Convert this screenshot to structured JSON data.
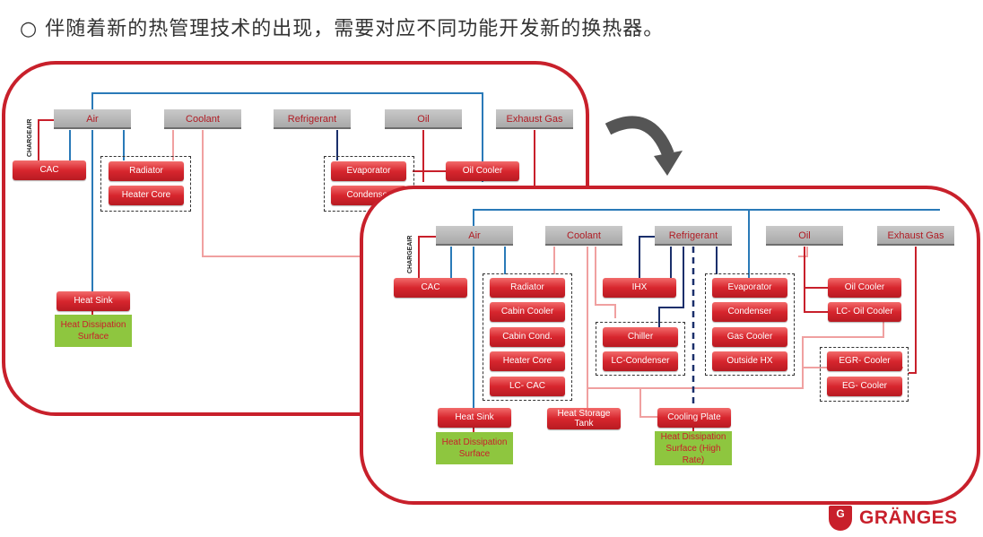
{
  "headline": "○ 伴随着新的热管理技术的出现，需要对应不同功能开发新的换热器。",
  "old": {
    "categories": {
      "air": "Air",
      "coolant": "Coolant",
      "refrigerant": "Refrigerant",
      "oil": "Oil",
      "exhaust": "Exhaust Gas"
    },
    "chargeair": "CHARGEAIR",
    "exchangers": {
      "cac": "CAC",
      "radiator": "Radiator",
      "heater_core": "Heater Core",
      "evaporator": "Evaporator",
      "condenser": "Condenser",
      "oil_cooler": "Oil Cooler",
      "heat_sink": "Heat Sink"
    },
    "surface": "Heat Dissipation Surface"
  },
  "new": {
    "categories": {
      "air": "Air",
      "coolant": "Coolant",
      "refrigerant": "Refrigerant",
      "oil": "Oil",
      "exhaust": "Exhaust Gas"
    },
    "chargeair": "CHARGEAIR",
    "exchangers": {
      "cac": "CAC",
      "radiator": "Radiator",
      "cabin_cooler": "Cabin Cooler",
      "cabin_cond": "Cabin Cond.",
      "heater_core": "Heater Core",
      "lc_cac": "LC- CAC",
      "ihx": "IHX",
      "chiller": "Chiller",
      "lc_condenser": "LC-Condenser",
      "evaporator": "Evaporator",
      "condenser": "Condenser",
      "gas_cooler": "Gas Cooler",
      "outside_hx": "Outside HX",
      "oil_cooler": "Oil Cooler",
      "lc_oil_cooler": "LC- Oil Cooler",
      "egr_cooler": "EGR- Cooler",
      "eg_cooler": "EG- Cooler",
      "heat_sink": "Heat Sink",
      "heat_storage_tank": "Heat Storage Tank",
      "cooling_plate": "Cooling Plate"
    },
    "surface": "Heat Dissipation Surface",
    "surface_high_rate": "Heat Dissipation Surface (High Rate)"
  },
  "logo": {
    "mark": "G",
    "text": "GRÄNGES"
  },
  "colors": {
    "frame": "#c8202b",
    "air_line": "#2a7ab8",
    "coolant_line": "#f0a0a0",
    "refrigerant_line": "#1a2f6b",
    "oil_line": "#c8202b",
    "surface": "#8ec63f"
  }
}
